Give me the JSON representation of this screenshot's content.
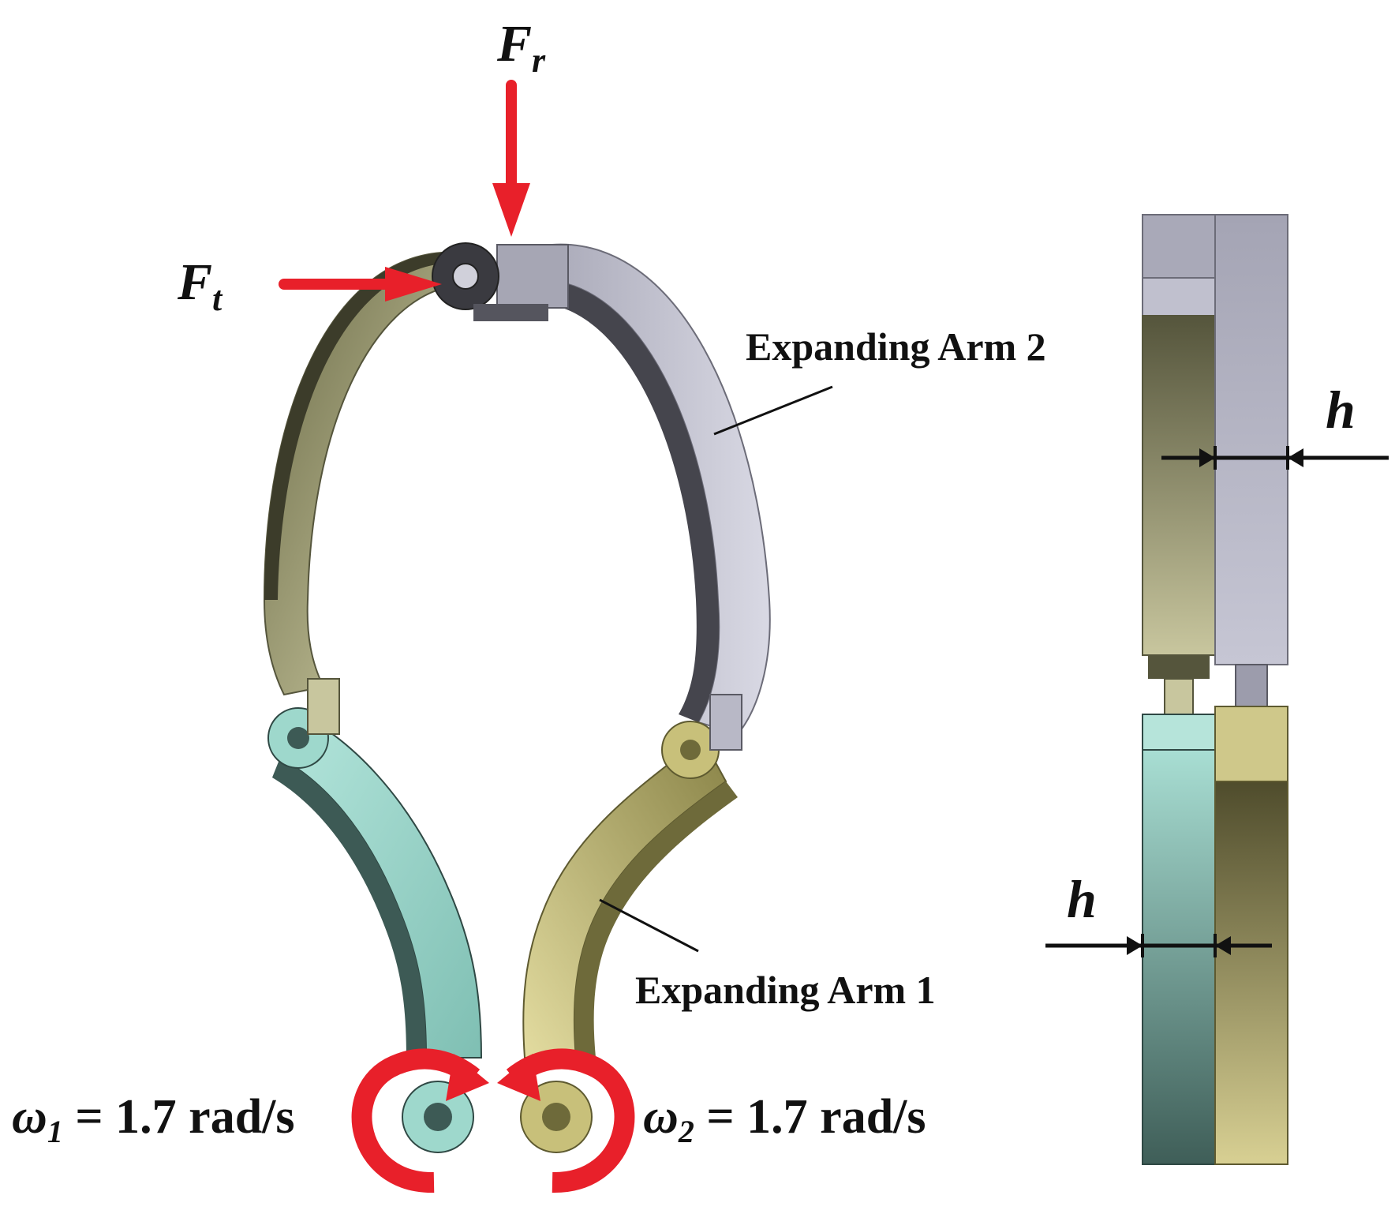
{
  "labels": {
    "force_radial": {
      "symbol": "F",
      "sub": "r"
    },
    "force_tangential": {
      "symbol": "F",
      "sub": "t"
    },
    "arm2": "Expanding Arm 2",
    "arm1": "Expanding Arm 1",
    "omega1": {
      "symbol": "ω",
      "sub": "1",
      "rest": " = 1.7 rad/s"
    },
    "omega2": {
      "symbol": "ω",
      "sub": "2",
      "rest": " = 1.7 rad/s"
    },
    "thickness_top": "h",
    "thickness_bottom": "h"
  },
  "colors": {
    "arrow": "#e8202a",
    "arm2_light": "#c9c9d6",
    "arm2_dark": "#4a4a52",
    "upper_left_olive": "#8a8a62",
    "lower_left_teal": "#9ed8cc",
    "lower_left_dark": "#3d5a55",
    "lower_right_gold": "#c8c07a",
    "lower_right_dark": "#6e6a3a"
  }
}
